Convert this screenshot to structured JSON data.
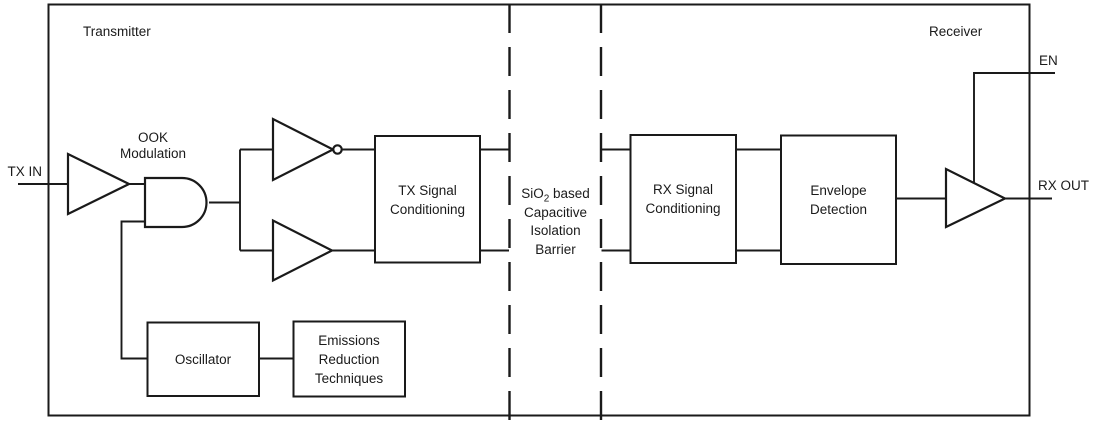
{
  "diagram": {
    "regions": {
      "transmitter_label": "Transmitter",
      "receiver_label": "Receiver"
    },
    "ports": {
      "tx_in": "TX IN",
      "en": "EN",
      "rx_out": "RX OUT"
    },
    "annotations": {
      "ook_modulation": "OOK\nModulation"
    },
    "blocks": {
      "tx_signal_conditioning": "TX Signal\nConditioning",
      "rx_signal_conditioning": "RX Signal\nConditioning",
      "envelope_detection": "Envelope\nDetection",
      "oscillator": "Oscillator",
      "emissions_reduction": "Emissions\nReduction\nTechniques"
    },
    "barrier": {
      "formula_base": "SiO",
      "formula_subscript": "2",
      "line1_suffix": " based",
      "lines_rest": "Capacitive\nIsolation\nBarrier"
    },
    "symbols": {
      "input_buffer": "buffer-gate",
      "modulator": "and-gate",
      "top_driver": "inverter-gate-with-bubble",
      "bottom_driver": "buffer-gate",
      "output_buffer": "buffer-gate-with-enable"
    },
    "colors": {
      "line": "#1a1a1a",
      "background": "#ffffff"
    }
  }
}
